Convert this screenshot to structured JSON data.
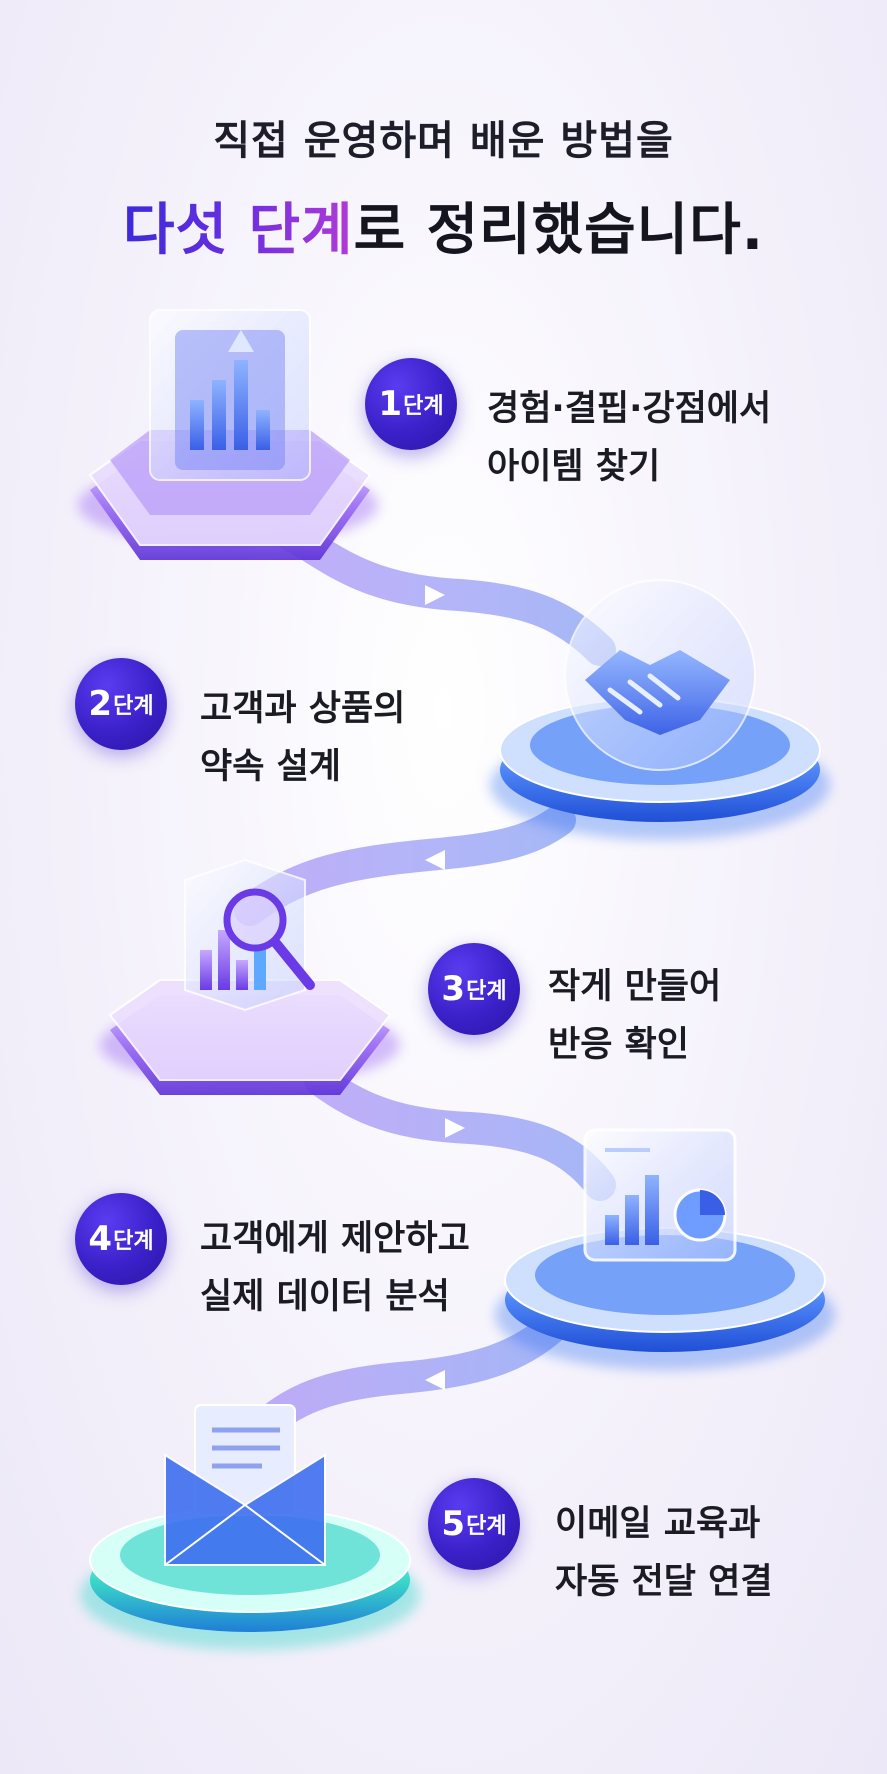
{
  "headline": {
    "line1": "직접 운영하며 배운 방법을",
    "line2_accent": "다섯 단계",
    "line2_rest": "로 정리했습니다."
  },
  "steps": [
    {
      "number": "1",
      "unit": "단계",
      "line1": "경험·결핍·강점에서",
      "line2": "아이템 찾기",
      "icon": "growth-chart-cube-icon"
    },
    {
      "number": "2",
      "unit": "단계",
      "line1": "고객과 상품의",
      "line2": "약속 설계",
      "icon": "handshake-icon"
    },
    {
      "number": "3",
      "unit": "단계",
      "line1": "작게 만들어",
      "line2": "반응 확인",
      "icon": "magnifier-chart-icon"
    },
    {
      "number": "4",
      "unit": "단계",
      "line1": "고객에게 제안하고",
      "line2": "실제 데이터 분석",
      "icon": "analytics-dashboard-icon"
    },
    {
      "number": "5",
      "unit": "단계",
      "line1": "이메일 교육과",
      "line2": "자동 전달 연결",
      "icon": "email-envelope-icon"
    }
  ],
  "colors": {
    "badge": "#3a20c8",
    "accent_start": "#3b2ad9",
    "accent_end": "#b33ad6",
    "pedestal_violet": "#8a4cf0",
    "pedestal_blue": "#2f6ff0",
    "pedestal_teal": "#2fd6c8"
  }
}
